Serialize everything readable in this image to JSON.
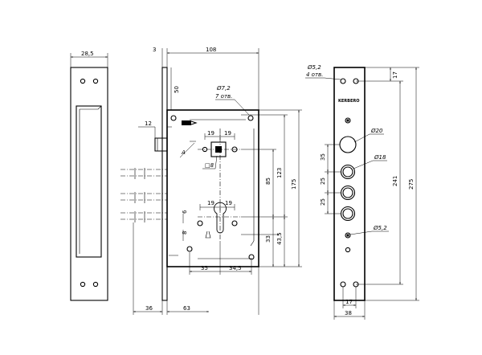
{
  "strike_plate": {
    "width_label": "28,5"
  },
  "lock_body": {
    "backset_label": "3",
    "case_width_label": "108",
    "top_offset_label": "50",
    "screw_hole_label": "Ø7,2",
    "screw_hole_count": "7 отв.",
    "latch_label": "12",
    "detail_label": "A",
    "spindle_x1": "19",
    "spindle_x2": "19",
    "spindle_square": "□8",
    "cylinder_x1": "19",
    "cylinder_x2": "19",
    "cylinder_off_a": "6",
    "cylinder_off_b": "8",
    "height_175": "175",
    "height_123": "123",
    "height_85": "85",
    "height_43_5": "43,5",
    "height_33": "33",
    "bottom_35": "35",
    "bottom_34_5": "34,5",
    "face_depth": "36",
    "body_depth": "63"
  },
  "faceplate": {
    "top_hole_label": "Ø5,2",
    "top_hole_count": "4 отв.",
    "top_spacing": "17",
    "brand_mark": "KERBERO",
    "hole_20": "Ø20",
    "hole_18": "Ø18",
    "hole_5_2": "Ø5,2",
    "gap_35": "35",
    "gap_25a": "25",
    "gap_25b": "25",
    "length_241": "241",
    "length_275": "275",
    "bottom_spacing": "17",
    "width": "38"
  }
}
